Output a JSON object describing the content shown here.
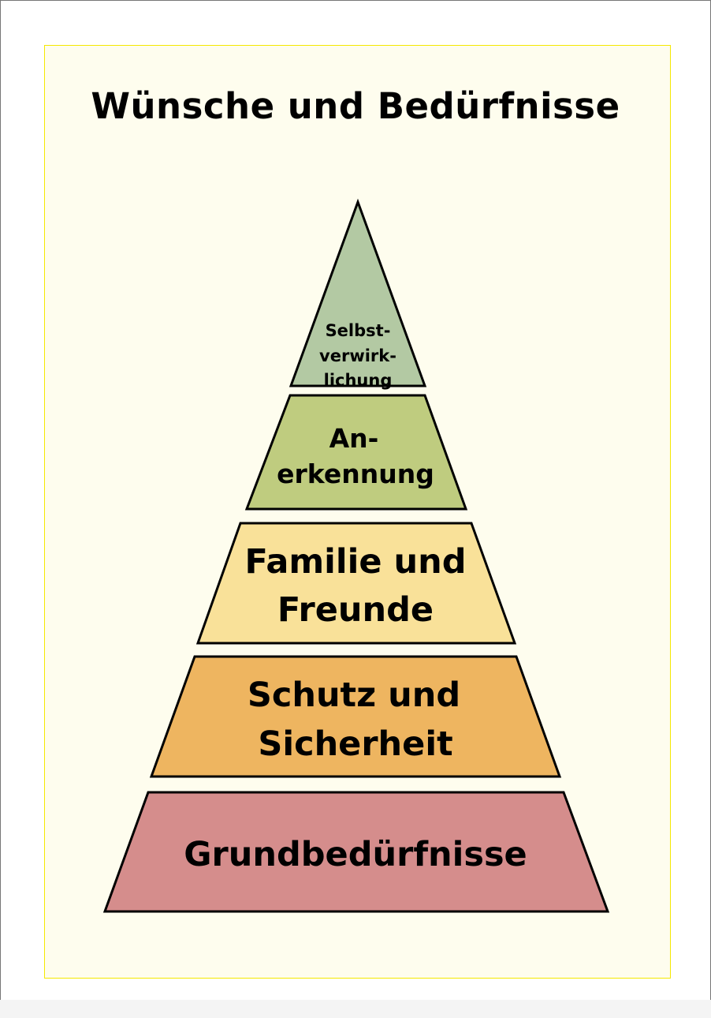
{
  "poster": {
    "title": "Wünsche und Bedürfnisse"
  },
  "pyramid": {
    "levels": [
      {
        "id": "selbstverwirklichung",
        "lines": [
          "Selbst-",
          "verwirk-",
          "lichung"
        ],
        "color": "#b3c9a3"
      },
      {
        "id": "anerkennung",
        "lines": [
          "An-",
          "erkennung"
        ],
        "color": "#bfcc7f"
      },
      {
        "id": "familie",
        "lines": [
          "Familie und",
          "Freunde"
        ],
        "color": "#f9e199"
      },
      {
        "id": "schutz",
        "lines": [
          "Schutz und",
          "Sicherheit"
        ],
        "color": "#eeb560"
      },
      {
        "id": "grundbeduerfnisse",
        "lines": [
          "Grundbedürfnisse"
        ],
        "color": "#d58d8c"
      }
    ]
  },
  "colors": {
    "poster_background": "#fefdee",
    "poster_border": "#f5e800",
    "outline": "#000000"
  }
}
